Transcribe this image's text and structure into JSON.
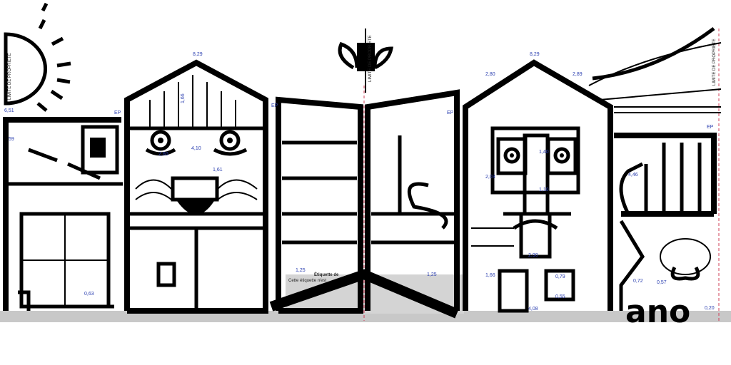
{
  "drawing": {
    "property_limit_labels": [
      "LIMITE DE PROPRIETE",
      "LIMITE DE PROPRIETE",
      "LIMITE DE PROPRIETE"
    ],
    "ridge_heights": [
      "8,29",
      "8,29"
    ],
    "left_height": "6,51",
    "ep_labels": [
      "EP",
      "EP",
      "EP",
      "EP"
    ],
    "dimensions": [
      "2,80",
      "2,89",
      "4,10",
      "2,60",
      "1,61",
      "2,03",
      "1,40",
      "1,10",
      "4,46",
      "0,63",
      "1,25",
      "1,25",
      "1,66",
      "0,79",
      "0,55",
      "4,08",
      "0,72",
      "0,57",
      "0,20",
      "2,90",
      "59",
      "1,66"
    ],
    "tag_title": "Étiquette de",
    "tag_note": "Cette étiquette n'est",
    "logo": "ano",
    "colors": {
      "ink": "#000000",
      "dimension": "#2b3fb0",
      "ground": "#c8c8c8",
      "property_line": "#d0405a"
    }
  }
}
